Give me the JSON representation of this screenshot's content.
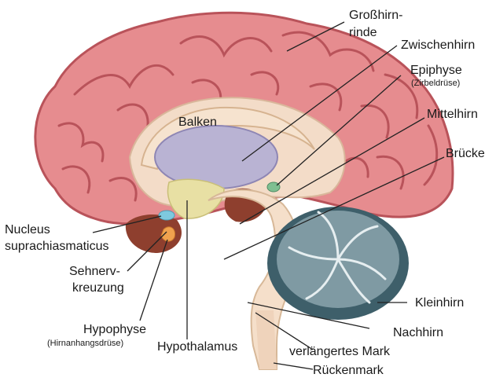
{
  "labels": {
    "grosshirnrinde_1": "Großhirn-",
    "grosshirnrinde_2": "rinde",
    "zwischenhirn": "Zwischenhirn",
    "epiphyse": "Epiphyse",
    "epiphyse_sub": "(Zirbeldrüse)",
    "mittelhirn": "Mittelhirn",
    "bruecke": "Brücke",
    "balken": "Balken",
    "nucleus_1": "Nucleus",
    "nucleus_2": "suprachiasmaticus",
    "sehnerv_1": "Sehnerv-",
    "sehnerv_2": "kreuzung",
    "hypophyse": "Hypophyse",
    "hypophyse_sub": "(Hirnanhangsdrüse)",
    "hypothalamus": "Hypothalamus",
    "kleinhirn": "Kleinhirn",
    "nachhirn": "Nachhirn",
    "verlaengertes_mark": "verlängertes Mark",
    "rueckenmark": "Rückenmark"
  },
  "colors": {
    "cortex": "#e68c8f",
    "cortex_dark": "#b9535a",
    "white_matter": "#f3dcc8",
    "corpus_callosum": "#f6e3cf",
    "thalamus": "#b9b3d3",
    "hypothalamus": "#e8e0a4",
    "brainstem": "#f5dfca",
    "cerebellum": "#7f9aa3",
    "cerebellum_dark": "#3e5f6a",
    "deep_brown": "#8e3f2e",
    "pituitary": "#f0a24e",
    "chiasm": "#7ec9df",
    "pineal": "#7fbf91"
  }
}
